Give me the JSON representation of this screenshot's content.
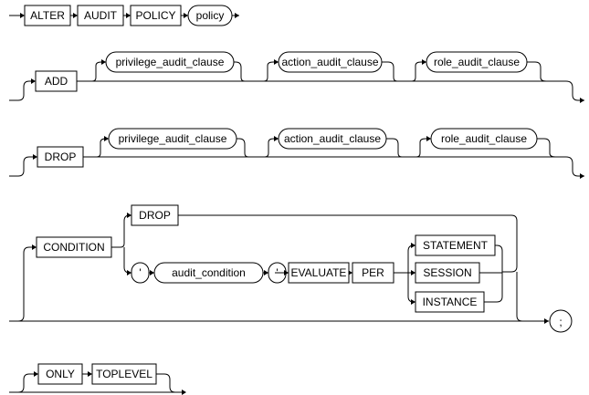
{
  "colors": {
    "stroke": "#000000",
    "background": "#ffffff"
  },
  "row1": {
    "alter": "ALTER",
    "audit": "AUDIT",
    "policy_kw": "POLICY",
    "policy": "policy"
  },
  "row2": {
    "add": "ADD",
    "privilege_audit_clause": "privilege_audit_clause",
    "action_audit_clause": "action_audit_clause",
    "role_audit_clause": "role_audit_clause"
  },
  "row3": {
    "drop": "DROP",
    "privilege_audit_clause": "privilege_audit_clause",
    "action_audit_clause": "action_audit_clause",
    "role_audit_clause": "role_audit_clause"
  },
  "row4": {
    "condition": "CONDITION",
    "drop": "DROP",
    "quote_open": "'",
    "audit_condition": "audit_condition",
    "quote_close": "'",
    "evaluate": "EVALUATE",
    "per": "PER",
    "statement": "STATEMENT",
    "session": "SESSION",
    "instance": "INSTANCE",
    "semicolon": ";"
  },
  "row5": {
    "only": "ONLY",
    "toplevel": "TOPLEVEL"
  }
}
